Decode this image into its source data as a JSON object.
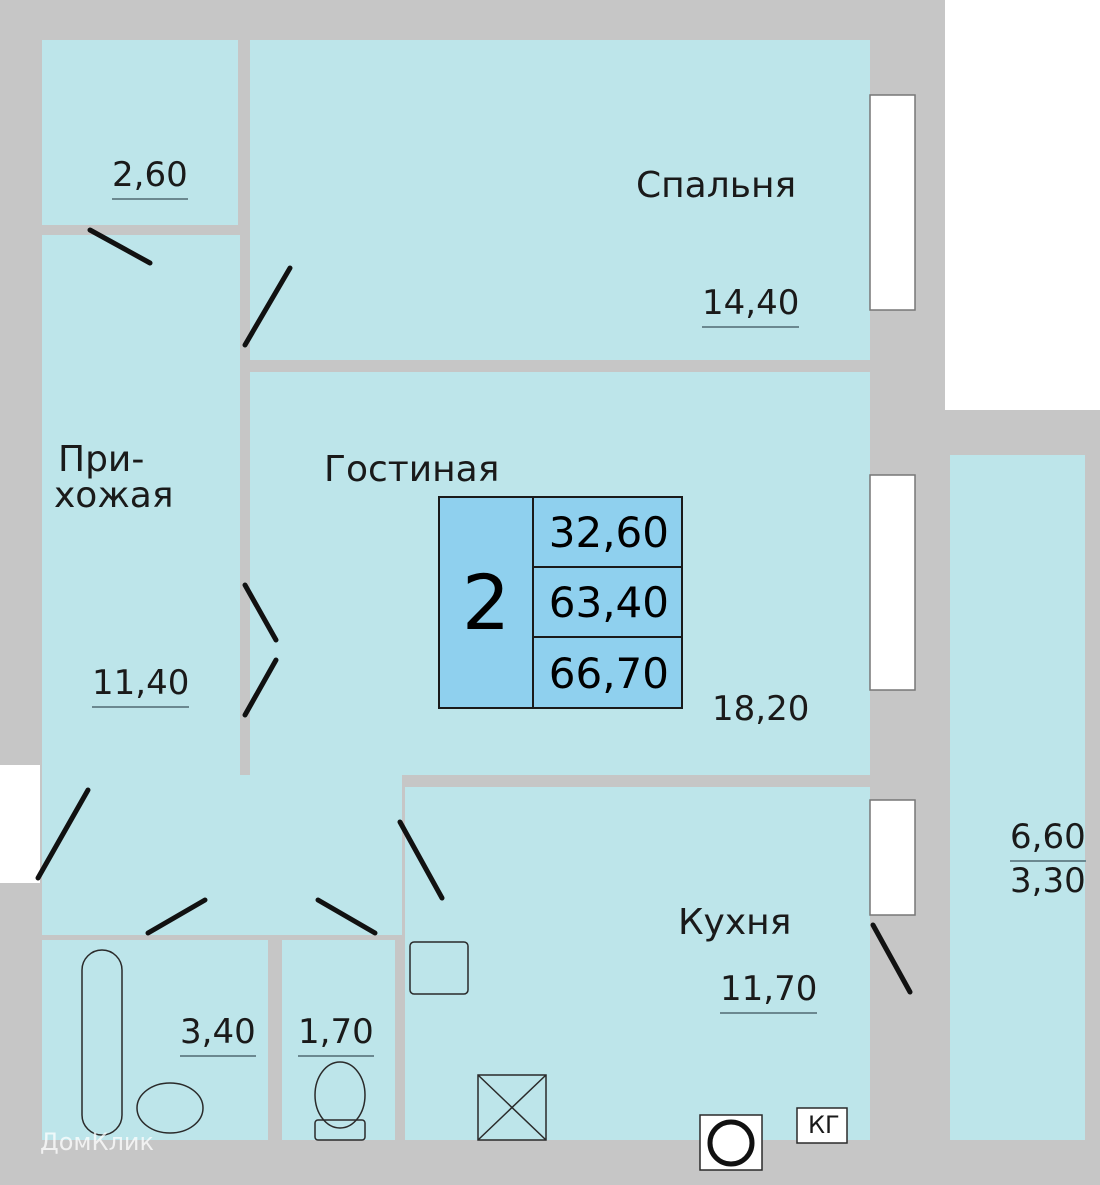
{
  "plan": {
    "rooms": {
      "closet": {
        "area": "2,60"
      },
      "bedroom": {
        "name": "Спальня",
        "area": "14,40"
      },
      "hallway": {
        "name_line1": "При-",
        "name_line2": "хожая",
        "area": "11,40"
      },
      "living": {
        "name": "Гостиная",
        "area": "18,20"
      },
      "kitchen": {
        "name": "Кухня",
        "area": "11,70"
      },
      "bathroom": {
        "area": "3,40"
      },
      "wc": {
        "area": "1,70"
      },
      "balcony": {
        "area": "6,60",
        "area_reduced": "3,30"
      }
    },
    "summary": {
      "rooms_count": "2",
      "living_area": "32,60",
      "total_area": "63,40",
      "total_with_balcony": "66,70"
    },
    "shaft_label": "КГ",
    "watermark": "ДомКлик",
    "colors": {
      "room": "#bde5ea",
      "wall": "#c6c6c6",
      "summary_box": "#8fd0ee"
    }
  }
}
